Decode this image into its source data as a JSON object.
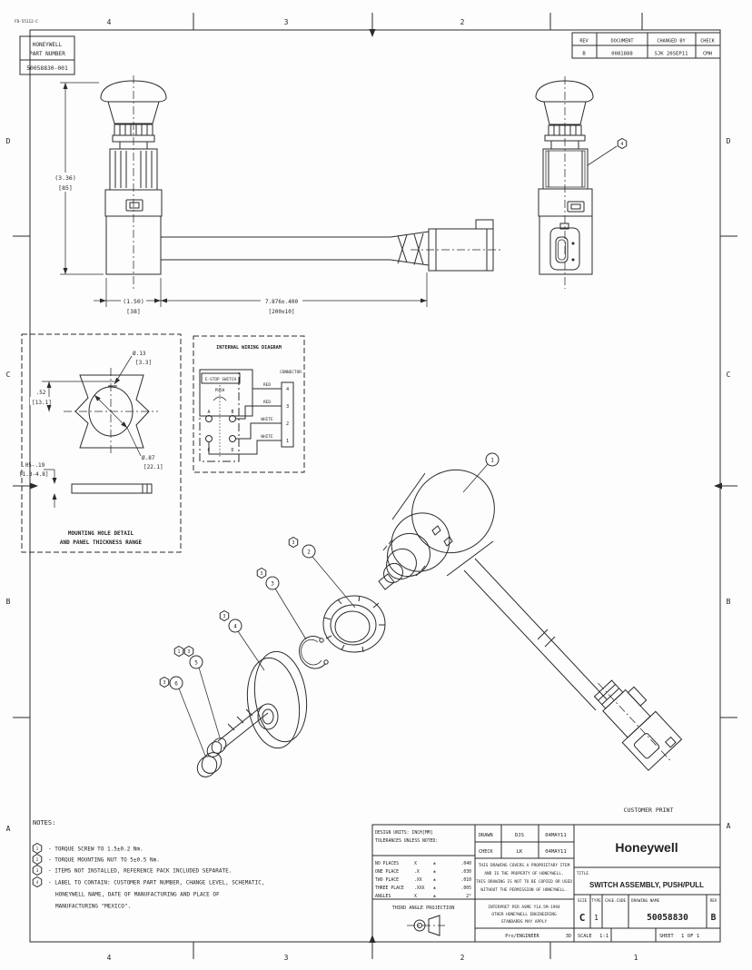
{
  "page": {
    "form_number": "FD-55112-C",
    "zones_top": [
      "4",
      "3",
      "2"
    ],
    "zones_bottom": [
      "4",
      "3",
      "2",
      "1"
    ],
    "zones_left": [
      "D",
      "C",
      "B",
      "A"
    ],
    "zones_right": [
      "D",
      "C",
      "B",
      "A"
    ]
  },
  "part_number_block": {
    "label_line1": "HONEYWELL",
    "label_line2": "PART NUMBER",
    "value": "50058830-001"
  },
  "revision_table": {
    "headers": [
      "REV",
      "DOCUMENT",
      "CHANGED BY",
      "CHECK"
    ],
    "rev": "B",
    "document": "0081888",
    "changed_by": "SJK  20SEP11",
    "check": "CMH"
  },
  "front_view": {
    "dim_height_in": "(3.36)",
    "dim_height_mm": "[85]",
    "dim_width_in": "(1.50)",
    "dim_width_mm": "[38]",
    "dim_cable_in": "7.876±.400",
    "dim_cable_mm": "[200±10]"
  },
  "mounting_detail": {
    "hole_dia_in": "Ø.13",
    "hole_dia_mm": "[3.3]",
    "offset_in": ".52",
    "offset_mm": "[13.1]",
    "main_dia_in": "Ø.87",
    "main_dia_mm": "[22.1]",
    "panel_range_in": ".05-.19",
    "panel_range_mm": "[1.3-4.8]",
    "caption_line1": "MOUNTING HOLE DETAIL",
    "caption_line2": "AND PANEL THICKNESS RANGE"
  },
  "wiring_diagram": {
    "title": "INTERNAL WIRING DIAGRAM",
    "switch_label": "E-STOP SWITCH",
    "push_label": "PUSH",
    "contact_a": "A",
    "contact_b": "B",
    "contact_c": "C",
    "contact_d": "D",
    "connector_label": "CONNECTOR",
    "pin_4": "4",
    "pin_3": "3",
    "pin_2": "2",
    "pin_1": "1",
    "wire_4": "RED",
    "wire_3": "RED",
    "wire_2": "WHITE",
    "wire_1": "WHITE"
  },
  "exploded_view": {
    "caption": "CUSTOMER PRINT",
    "balloons": {
      "item1": "1",
      "item2": "2",
      "item3": "3",
      "item4": "4",
      "item5": "5",
      "item6": "6",
      "flag1": "1",
      "flag3": "3",
      "flag4": "4"
    }
  },
  "notes": {
    "title": "NOTES:",
    "items": [
      {
        "num": "1",
        "lines": [
          "- TORQUE SCREW TO 1.5±0.2 Nm."
        ]
      },
      {
        "num": "2",
        "lines": [
          "- TORQUE MOUNTING NUT TO 5±0.5 Nm."
        ]
      },
      {
        "num": "3",
        "lines": [
          "- ITEMS NOT INSTALLED, REFERENCE PACK INCLUDED SEPARATE."
        ]
      },
      {
        "num": "4",
        "lines": [
          "- LABEL TO CONTAIN: CUSTOMER PART NUMBER, CHANGE LEVEL, SCHEMATIC,",
          "HONEYWELL NAME, DATE OF MANUFACTURING AND PLACE OF",
          "MANUFACTURING \"MEXICO\"."
        ]
      }
    ]
  },
  "title_block": {
    "design_units_label": "DESIGN UNITS:  INCH[MM]",
    "tolerances_label": "TOLERANCES UNLESS NOTED:",
    "tolerance_rows": [
      {
        "label": "NO PLACES",
        "places": "X",
        "pm": "±",
        "value": ".040"
      },
      {
        "label": "ONE PLACE",
        "places": ".X",
        "pm": "±",
        "value": ".030"
      },
      {
        "label": "TWO PLACE",
        "places": ".XX",
        "pm": "±",
        "value": ".010"
      },
      {
        "label": "THREE PLACE",
        "places": ".XXX",
        "pm": "±",
        "value": ".005"
      },
      {
        "label": "ANGLES",
        "places": "X",
        "pm": "±",
        "value": "2°"
      }
    ],
    "projection_label": "THIRD ANGLE PROJECTION",
    "drawn_label": "DRAWN",
    "drawn_by": "DJS",
    "drawn_date": "04MAY11",
    "check_label": "CHECK",
    "check_by": "LK",
    "check_date": "04MAY11",
    "proprietary_lines": [
      "THIS DRAWING COVERS A PROPRIETARY ITEM",
      "AND IS THE PROPERTY OF HONEYWELL.",
      "THIS DRAWING IS NOT TO BE COPIED OR USED",
      "WITHOUT THE PERMISSION OF HONEYWELL."
    ],
    "interpret_lines": [
      "INTERPRET PER ASME Y14.5M-1994",
      "OTHER HONEYWELL ENGINEERING",
      "STANDARDS MAY APPLY"
    ],
    "cad_system": "Pro/ENGINEER",
    "cad_mode": "3D",
    "company": "Honeywell",
    "title_label": "TITLE",
    "title": "SWITCH ASSEMBLY, PUSH/PULL",
    "size_label": "SIZE",
    "size": "C",
    "type_label": "TYPE",
    "type": "1",
    "cage_code_label": "CAGE.CODE",
    "drawing_name_label": "DRAWING NAME",
    "drawing_name": "50058830",
    "rev_label": "REV",
    "rev": "B",
    "scale_label": "SCALE",
    "scale": "1:1",
    "sheet_label": "SHEET",
    "sheet": "1 OF 1"
  }
}
